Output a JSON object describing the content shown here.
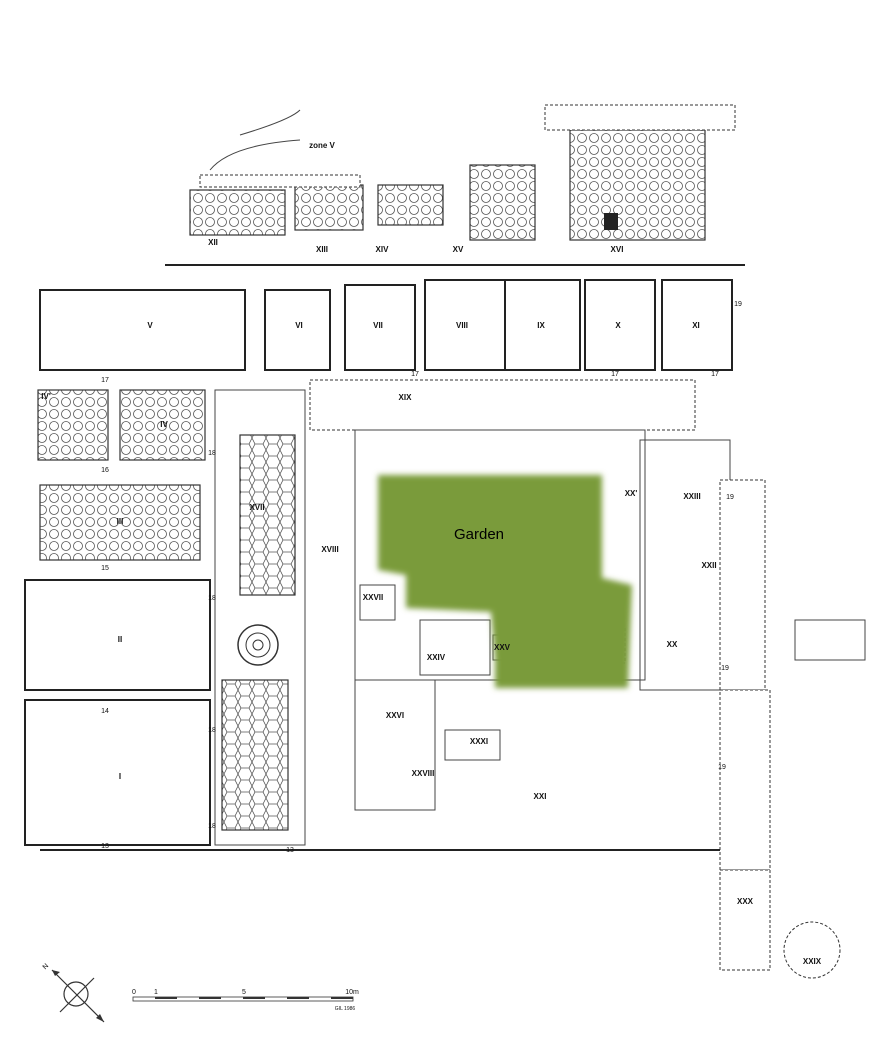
{
  "garden": {
    "label": "Garden",
    "color": "#7a9b3a"
  },
  "zone_label": "zone V",
  "rooms": [
    "XII",
    "XIII",
    "XIV",
    "XV",
    "XVI",
    "V",
    "VI",
    "VII",
    "VIII",
    "IX",
    "X",
    "XI",
    "IV'",
    "IV",
    "III",
    "II",
    "I",
    "XVII",
    "XVIII",
    "XIX",
    "XX'",
    "XXIII",
    "XXII",
    "XX",
    "XXVII",
    "XXIV",
    "XXV",
    "XXVI",
    "XXXI",
    "XXVIII",
    "XXI",
    "XXX",
    "XXIX"
  ],
  "wall_numbers": [
    "17",
    "16",
    "15",
    "14",
    "13",
    "13",
    "18",
    "18",
    "18",
    "18",
    "17",
    "17",
    "17",
    "19",
    "19",
    "19",
    "19"
  ],
  "scale_bar": {
    "ticks": [
      "0",
      "1",
      "5",
      "10m"
    ],
    "credit": "GIL 1986"
  },
  "compass": {
    "label": "N"
  }
}
